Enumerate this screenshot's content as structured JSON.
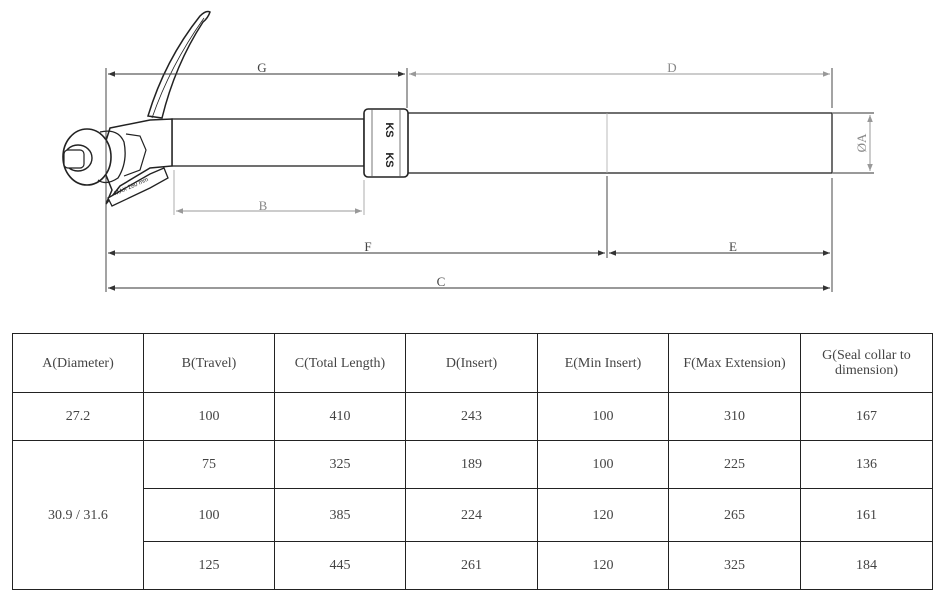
{
  "drawing": {
    "labels": {
      "G": "G",
      "D": "D",
      "A": "ØA",
      "B": "B",
      "F": "F",
      "E": "E",
      "C": "C"
    },
    "collar_text": "KS",
    "lever_text": "MAX 280 mm"
  },
  "table": {
    "headers": [
      "A(Diameter)",
      "B(Travel)",
      "C(Total Length)",
      "D(Insert)",
      "E(Min Insert)",
      "F(Max Extension)",
      "G(Seal collar to dimension)"
    ],
    "rows": [
      {
        "diameter": "27.2",
        "cells": [
          "100",
          "410",
          "243",
          "100",
          "310",
          "167"
        ]
      },
      {
        "diameter": "30.9 / 31.6",
        "cells": [
          "75",
          "325",
          "189",
          "100",
          "225",
          "136"
        ]
      },
      {
        "cells": [
          "100",
          "385",
          "224",
          "120",
          "265",
          "161"
        ]
      },
      {
        "cells": [
          "125",
          "445",
          "261",
          "120",
          "325",
          "184"
        ]
      }
    ]
  }
}
